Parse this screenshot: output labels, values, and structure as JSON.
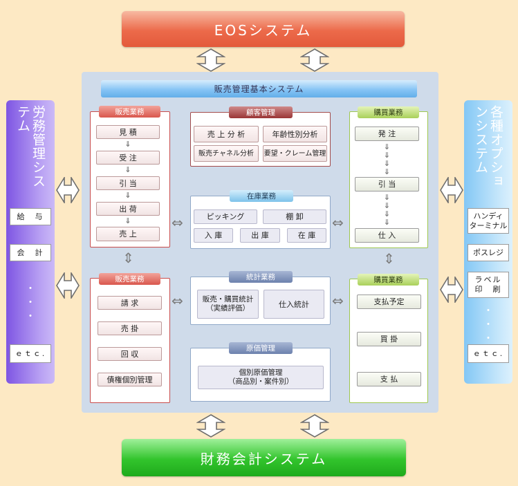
{
  "top_system": "EOSシステム",
  "bottom_system": "財務会計システム",
  "core_title": "販売管理基本システム",
  "left_system": {
    "title": "労務管理システム",
    "items": [
      "給　与",
      "会　計"
    ],
    "dots": "・\n・\n・",
    "etc": "ｅｔｃ."
  },
  "right_system": {
    "title": "各種オプションシステム",
    "items": [
      "ハンディ\nターミナル",
      "ポスレジ",
      "ラベル\n印　刷"
    ],
    "dots": "・\n・\n・",
    "etc": "ｅｔｃ."
  },
  "sales_upper": {
    "tag": "販売業務",
    "steps": [
      "見 積",
      "受 注",
      "引 当",
      "出 荷",
      "売 上"
    ],
    "step_arrow": "⇓"
  },
  "sales_lower": {
    "tag": "販売業務",
    "steps": [
      "請 求",
      "売 掛",
      "回 収",
      "債権個別管理"
    ]
  },
  "customer": {
    "tag": "顧客管理",
    "items": [
      "売 上 分 析",
      "年齢性別分析",
      "販売チャネル分析",
      "要望・クレーム管理"
    ]
  },
  "inventory": {
    "tag": "在庫業務",
    "items": [
      "ピッキング",
      "棚 卸",
      "入 庫",
      "出 庫",
      "在 庫"
    ]
  },
  "statistics": {
    "tag": "統計業務",
    "items": [
      "販売・購買統計\n（実績評価）",
      "仕入統計"
    ]
  },
  "cost": {
    "tag": "原価管理",
    "items": [
      "個別原価管理\n（商品別・案件別）"
    ]
  },
  "purchase_upper": {
    "tag": "購買業務",
    "steps": [
      "発 注",
      "引 当",
      "仕 入"
    ],
    "step_arrow": "⇓"
  },
  "purchase_lower": {
    "tag": "購買業務",
    "steps": [
      "支払予定",
      "買 掛",
      "支 払"
    ]
  },
  "connector": {
    "h": "⇔",
    "v": "⇕"
  },
  "colors": {
    "background": "#fde9c4",
    "top_system": "#ec6a4a",
    "bottom_system": "#32c42c",
    "core": "#cfdbea",
    "left_system": "#7e55e3",
    "right_system": "#83c7f5",
    "sales_border": "#c84a4a",
    "purchase_border": "#9ec74e"
  }
}
